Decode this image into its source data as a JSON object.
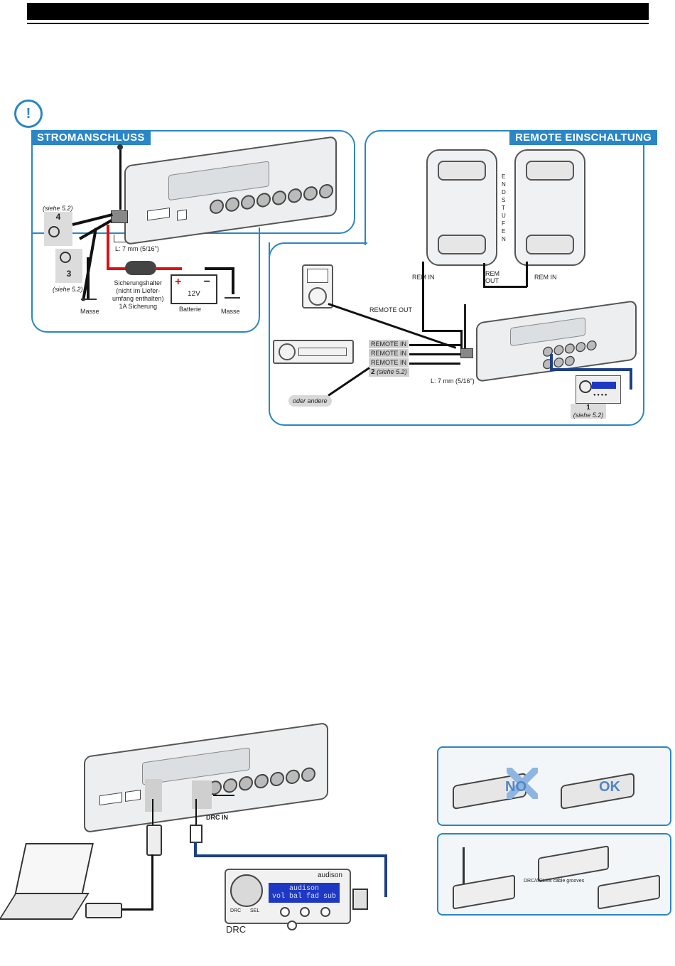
{
  "header": {
    "bar": ""
  },
  "info_icon": {
    "glyph": "!"
  },
  "power_panel": {
    "title": "STROMANSCHLUSS",
    "ref_top": "(siehe 5.2)",
    "num_4": "4",
    "num_3": "3",
    "ref_bottom": "(siehe 5.2)",
    "masse_left": "Masse",
    "strip_length": "L: 7 mm (5/16\")",
    "fuse_label": "Sicherungshalter\n(nicht im Liefer-\numfang enthalten)\n1A Sicherung",
    "battery_voltage": "12V",
    "battery_plus": "+",
    "battery_minus": "−",
    "battery_label": "Batterie",
    "masse_right": "Masse"
  },
  "remote_panel": {
    "title": "REMOTE EINSCHALTUNG",
    "endstufen": "E\nN\nD\nS\nT\nU\nF\nE\nN",
    "rem_in_left": "REM IN",
    "rem_out": "REM\nOUT",
    "rem_in_right": "REM IN",
    "remote_out": "REMOTE OUT",
    "remote_in_1": "REMOTE IN",
    "remote_in_2": "REMOTE IN",
    "remote_in_3": "REMOTE IN",
    "num_2": "2",
    "ref_2": "(siehe 5.2)",
    "strip_length": "L: 7 mm (5/16\")",
    "oder_andere": "oder andere",
    "num_1": "1",
    "ref_1": "(siehe 5.2)"
  },
  "bottom": {
    "drc_in": "DRC IN",
    "drc_brand": "audison",
    "drc_line1": "audison",
    "drc_line2": "vol bal fad sub",
    "drc_btn_drc": "DRC",
    "drc_btn_sel": "SEL",
    "drc_label": "DRC",
    "no_label": "NO",
    "ok_label": "OK",
    "cable_note": "DRC/ACLink cable grooves"
  },
  "colors": {
    "accent": "#2a86c4",
    "wire_blue": "#1d3f86",
    "red_wire": "#d11111",
    "screen": "#1f38c4"
  }
}
